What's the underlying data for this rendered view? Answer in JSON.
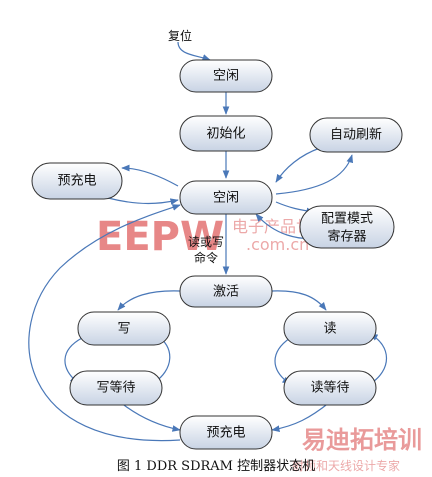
{
  "diagram": {
    "caption": "图 1 DDR SDRAM 控制器状态机",
    "reset_label": "复位",
    "edge_label_read_write": "读或写",
    "edge_label_command": "命令",
    "states": {
      "idle_top": "空闲",
      "init": "初始化",
      "auto_refresh": "自动刷新",
      "precharge_left": "预充电",
      "idle_center": "空闲",
      "config_line1": "配置模式",
      "config_line2": "寄存器",
      "activate": "激活",
      "write": "写",
      "read": "读",
      "write_wait": "写等待",
      "read_wait": "读等待",
      "precharge_bottom": "预充电"
    }
  },
  "watermark": {
    "brand": "EEPW",
    "sub1": "电子产品世界",
    "sub2": ".com.cn",
    "corner": "易迪拓培训",
    "corner_sub": "射频和天线设计专家"
  },
  "colors": {
    "edge": "#4a78b8",
    "box_top": "#ffffff",
    "box_bottom": "#c8d3e4",
    "watermark": "#e06060"
  }
}
